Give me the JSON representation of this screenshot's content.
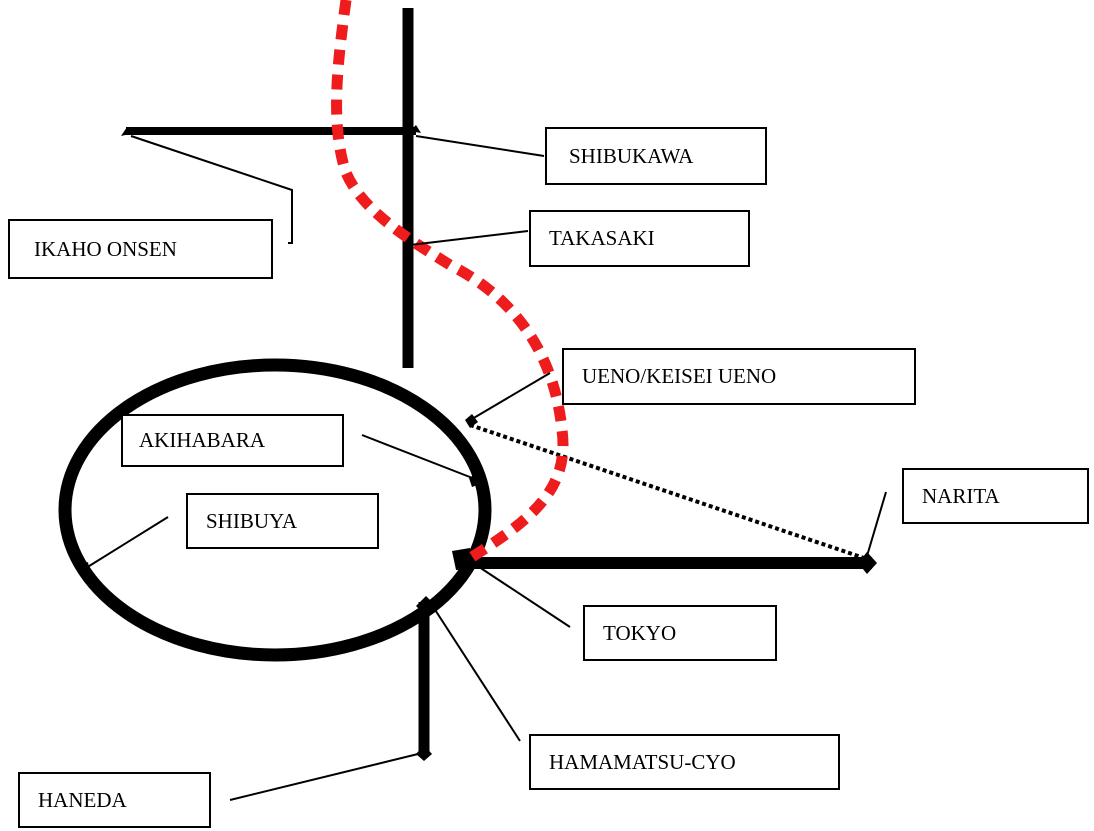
{
  "colors": {
    "line": "#000000",
    "rail_red": "#ee1c1c",
    "background": "#ffffff"
  },
  "stations": {
    "shibukawa": "SHIBUKAWA",
    "ikaho_onsen": "IKAHO ONSEN",
    "takasaki": "TAKASAKI",
    "ueno": "UENO/KEISEI UENO",
    "akihabara": "AKIHABARA",
    "shibuya": "SHIBUYA",
    "narita": "NARITA",
    "tokyo": "TOKYO",
    "hamamatsu_cyo": "HAMAMATSU-CYO",
    "haneda": "HANEDA"
  }
}
